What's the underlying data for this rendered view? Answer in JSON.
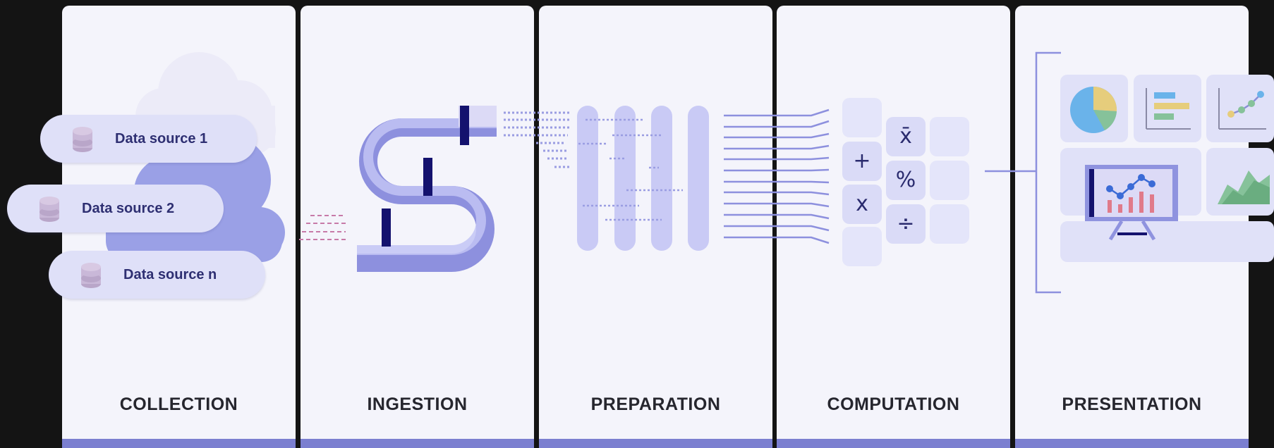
{
  "stages": [
    {
      "id": "collection",
      "label": "COLLECTION"
    },
    {
      "id": "ingestion",
      "label": "INGESTION"
    },
    {
      "id": "preparation",
      "label": "PREPARATION"
    },
    {
      "id": "computation",
      "label": "COMPUTATION"
    },
    {
      "id": "presentation",
      "label": "PRESENTATION"
    }
  ],
  "sources": [
    "Data source 1",
    "Data source 2",
    "Data source n"
  ],
  "operators": {
    "plus": "+",
    "multiply": "x",
    "mean": "x̄",
    "percent": "%",
    "divide": "÷"
  },
  "colors": {
    "background": "#141414",
    "panel": "#f4f4fb",
    "accent": "#7b7fd0",
    "pipe": "#a9aceb",
    "pipe_dark": "#14126e",
    "label": "#26262e",
    "cloud": "#9aa0e6"
  }
}
